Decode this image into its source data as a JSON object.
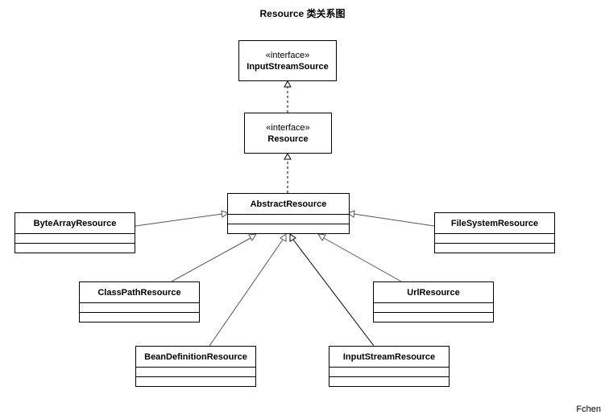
{
  "title": "Resource 类关系图",
  "author": "Fchen",
  "interfaces": [
    {
      "id": "input-stream-source",
      "stereotype": "«interface»",
      "name": "InputStreamSource"
    },
    {
      "id": "resource",
      "stereotype": "«interface»",
      "name": "Resource"
    }
  ],
  "classes": [
    {
      "id": "abstract-resource",
      "name": "AbstractResource"
    },
    {
      "id": "byte-array-resource",
      "name": "ByteArrayResource"
    },
    {
      "id": "file-system-resource",
      "name": "FileSystemResource"
    },
    {
      "id": "class-path-resource",
      "name": "ClassPathResource"
    },
    {
      "id": "url-resource",
      "name": "UrlResource"
    },
    {
      "id": "bean-definition-resource",
      "name": "BeanDefinitionResource"
    },
    {
      "id": "input-stream-resource",
      "name": "InputStreamResource"
    }
  ],
  "relations": [
    {
      "from": "Resource",
      "to": "InputStreamSource",
      "kind": "realization"
    },
    {
      "from": "AbstractResource",
      "to": "Resource",
      "kind": "realization"
    },
    {
      "from": "ByteArrayResource",
      "to": "AbstractResource",
      "kind": "generalization"
    },
    {
      "from": "FileSystemResource",
      "to": "AbstractResource",
      "kind": "generalization"
    },
    {
      "from": "ClassPathResource",
      "to": "AbstractResource",
      "kind": "generalization"
    },
    {
      "from": "UrlResource",
      "to": "AbstractResource",
      "kind": "generalization"
    },
    {
      "from": "BeanDefinitionResource",
      "to": "AbstractResource",
      "kind": "generalization"
    },
    {
      "from": "InputStreamResource",
      "to": "AbstractResource",
      "kind": "generalization"
    }
  ]
}
